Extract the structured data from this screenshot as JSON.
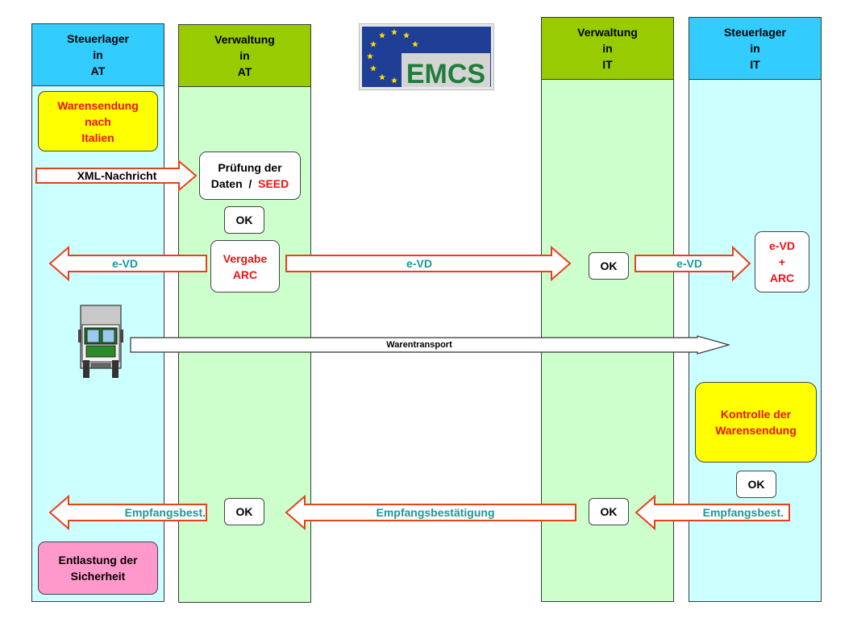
{
  "lanes": [
    {
      "title": "Steuerlager\nin\nAT",
      "head_color": "#33ccff",
      "body_color": "#ccffff"
    },
    {
      "title": "Verwaltung\nin\nAT",
      "head_color": "#99cc00",
      "body_color": "#ccffcc"
    },
    {
      "title": "Verwaltung\nin\nIT",
      "head_color": "#99cc00",
      "body_color": "#ccffcc"
    },
    {
      "title": "Steuerlager\nin\nIT",
      "head_color": "#33ccff",
      "body_color": "#ccffff"
    }
  ],
  "logo": {
    "text": "EMCS",
    "stars": 12
  },
  "boxes": {
    "warensendung": "Warensendung\nnach\nItalien",
    "pruefung_line1": "Prüfung der",
    "pruefung_line2a": "Daten  /  ",
    "pruefung_line2b": "SEED",
    "vergabe": "Vergabe\nARC",
    "evd_arc": "e-VD\n+\nARC",
    "kontrolle": "Kontrolle der\nWarensendung",
    "entlastung": "Entlastung der\nSicherheit"
  },
  "ok_label": "OK",
  "arrows": {
    "xml": "XML-Nachricht",
    "evd_left": "e-VD",
    "evd_mid": "e-VD",
    "evd_right": "e-VD",
    "transport": "Warentransport",
    "empf_left": "Empfangsbest.",
    "empf_mid": "Empfangsbestätigung",
    "empf_right": "Empfangsbest."
  },
  "colors": {
    "arrow_stroke": "#e8401c",
    "teal_text": "#169a9a",
    "red_text": "#ee1111",
    "yellow": "#ffff00",
    "pink": "#ff99cc"
  }
}
